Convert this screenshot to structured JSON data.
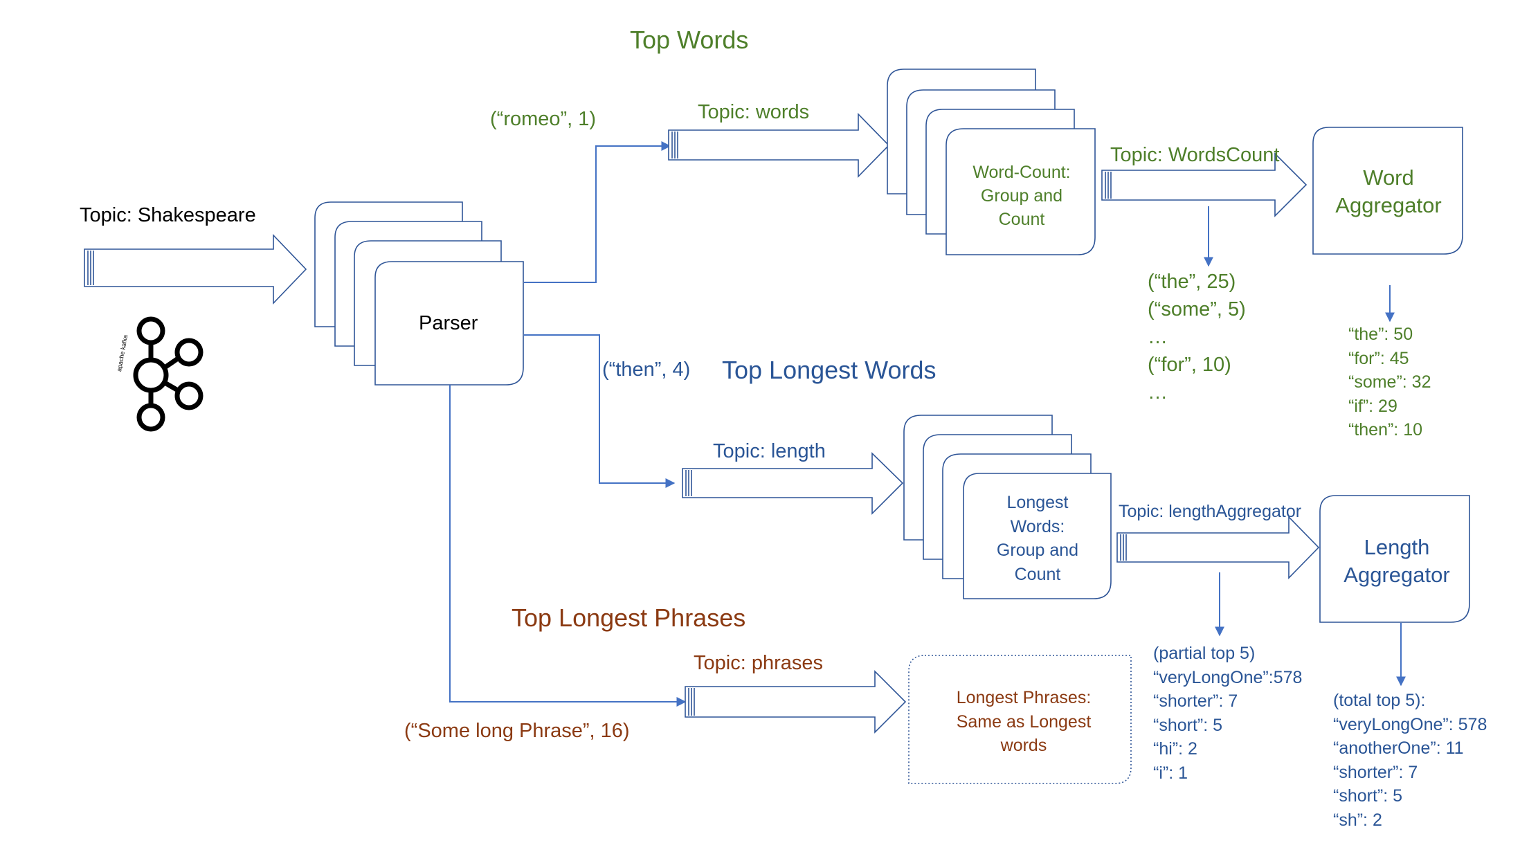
{
  "source": {
    "topic_label": "Topic: Shakespeare",
    "logo_text": "apache kafka"
  },
  "parser": {
    "label": "Parser"
  },
  "top_words": {
    "heading": "Top Words",
    "edge_label": "(“romeo”, 1)",
    "topic_label": "Topic: words",
    "processor_label": "Word-Count:\nGroup and\nCount",
    "out_topic_label": "Topic: WordsCount",
    "stream_sample": "(“the”, 25)\n(“some”, 5)\n…\n(“for”, 10)\n…",
    "aggregator_label": "Word\nAggregator",
    "result": "“the”: 50\n“for”: 45\n“some”: 32\n“if”: 29\n“then”: 10"
  },
  "top_longest_words": {
    "heading": "Top Longest Words",
    "edge_label": "(“then”, 4)",
    "topic_label": "Topic: length",
    "processor_label": "Longest\nWords:\nGroup and\nCount",
    "out_topic_label": "Topic: lengthAggregator",
    "stream_sample": "(partial top 5)\n“veryLongOne”:578\n“shorter”: 7\n“short”: 5\n“hi”: 2\n“i”: 1",
    "aggregator_label": "Length\nAggregator",
    "result": "(total top 5):\n“veryLongOne”: 578\n“anotherOne”: 11\n“shorter”: 7\n“short”: 5\n“sh”: 2"
  },
  "top_longest_phrases": {
    "heading": "Top Longest Phrases",
    "edge_label": "(“Some long Phrase”, 16)",
    "topic_label": "Topic: phrases",
    "processor_label": "Longest Phrases:\nSame as Longest\nwords"
  },
  "colors": {
    "green": "#4e7f2a",
    "blue": "#2a5596",
    "brown": "#8b3a12",
    "line": "#4472c4",
    "box_stroke": "#2f5597"
  }
}
